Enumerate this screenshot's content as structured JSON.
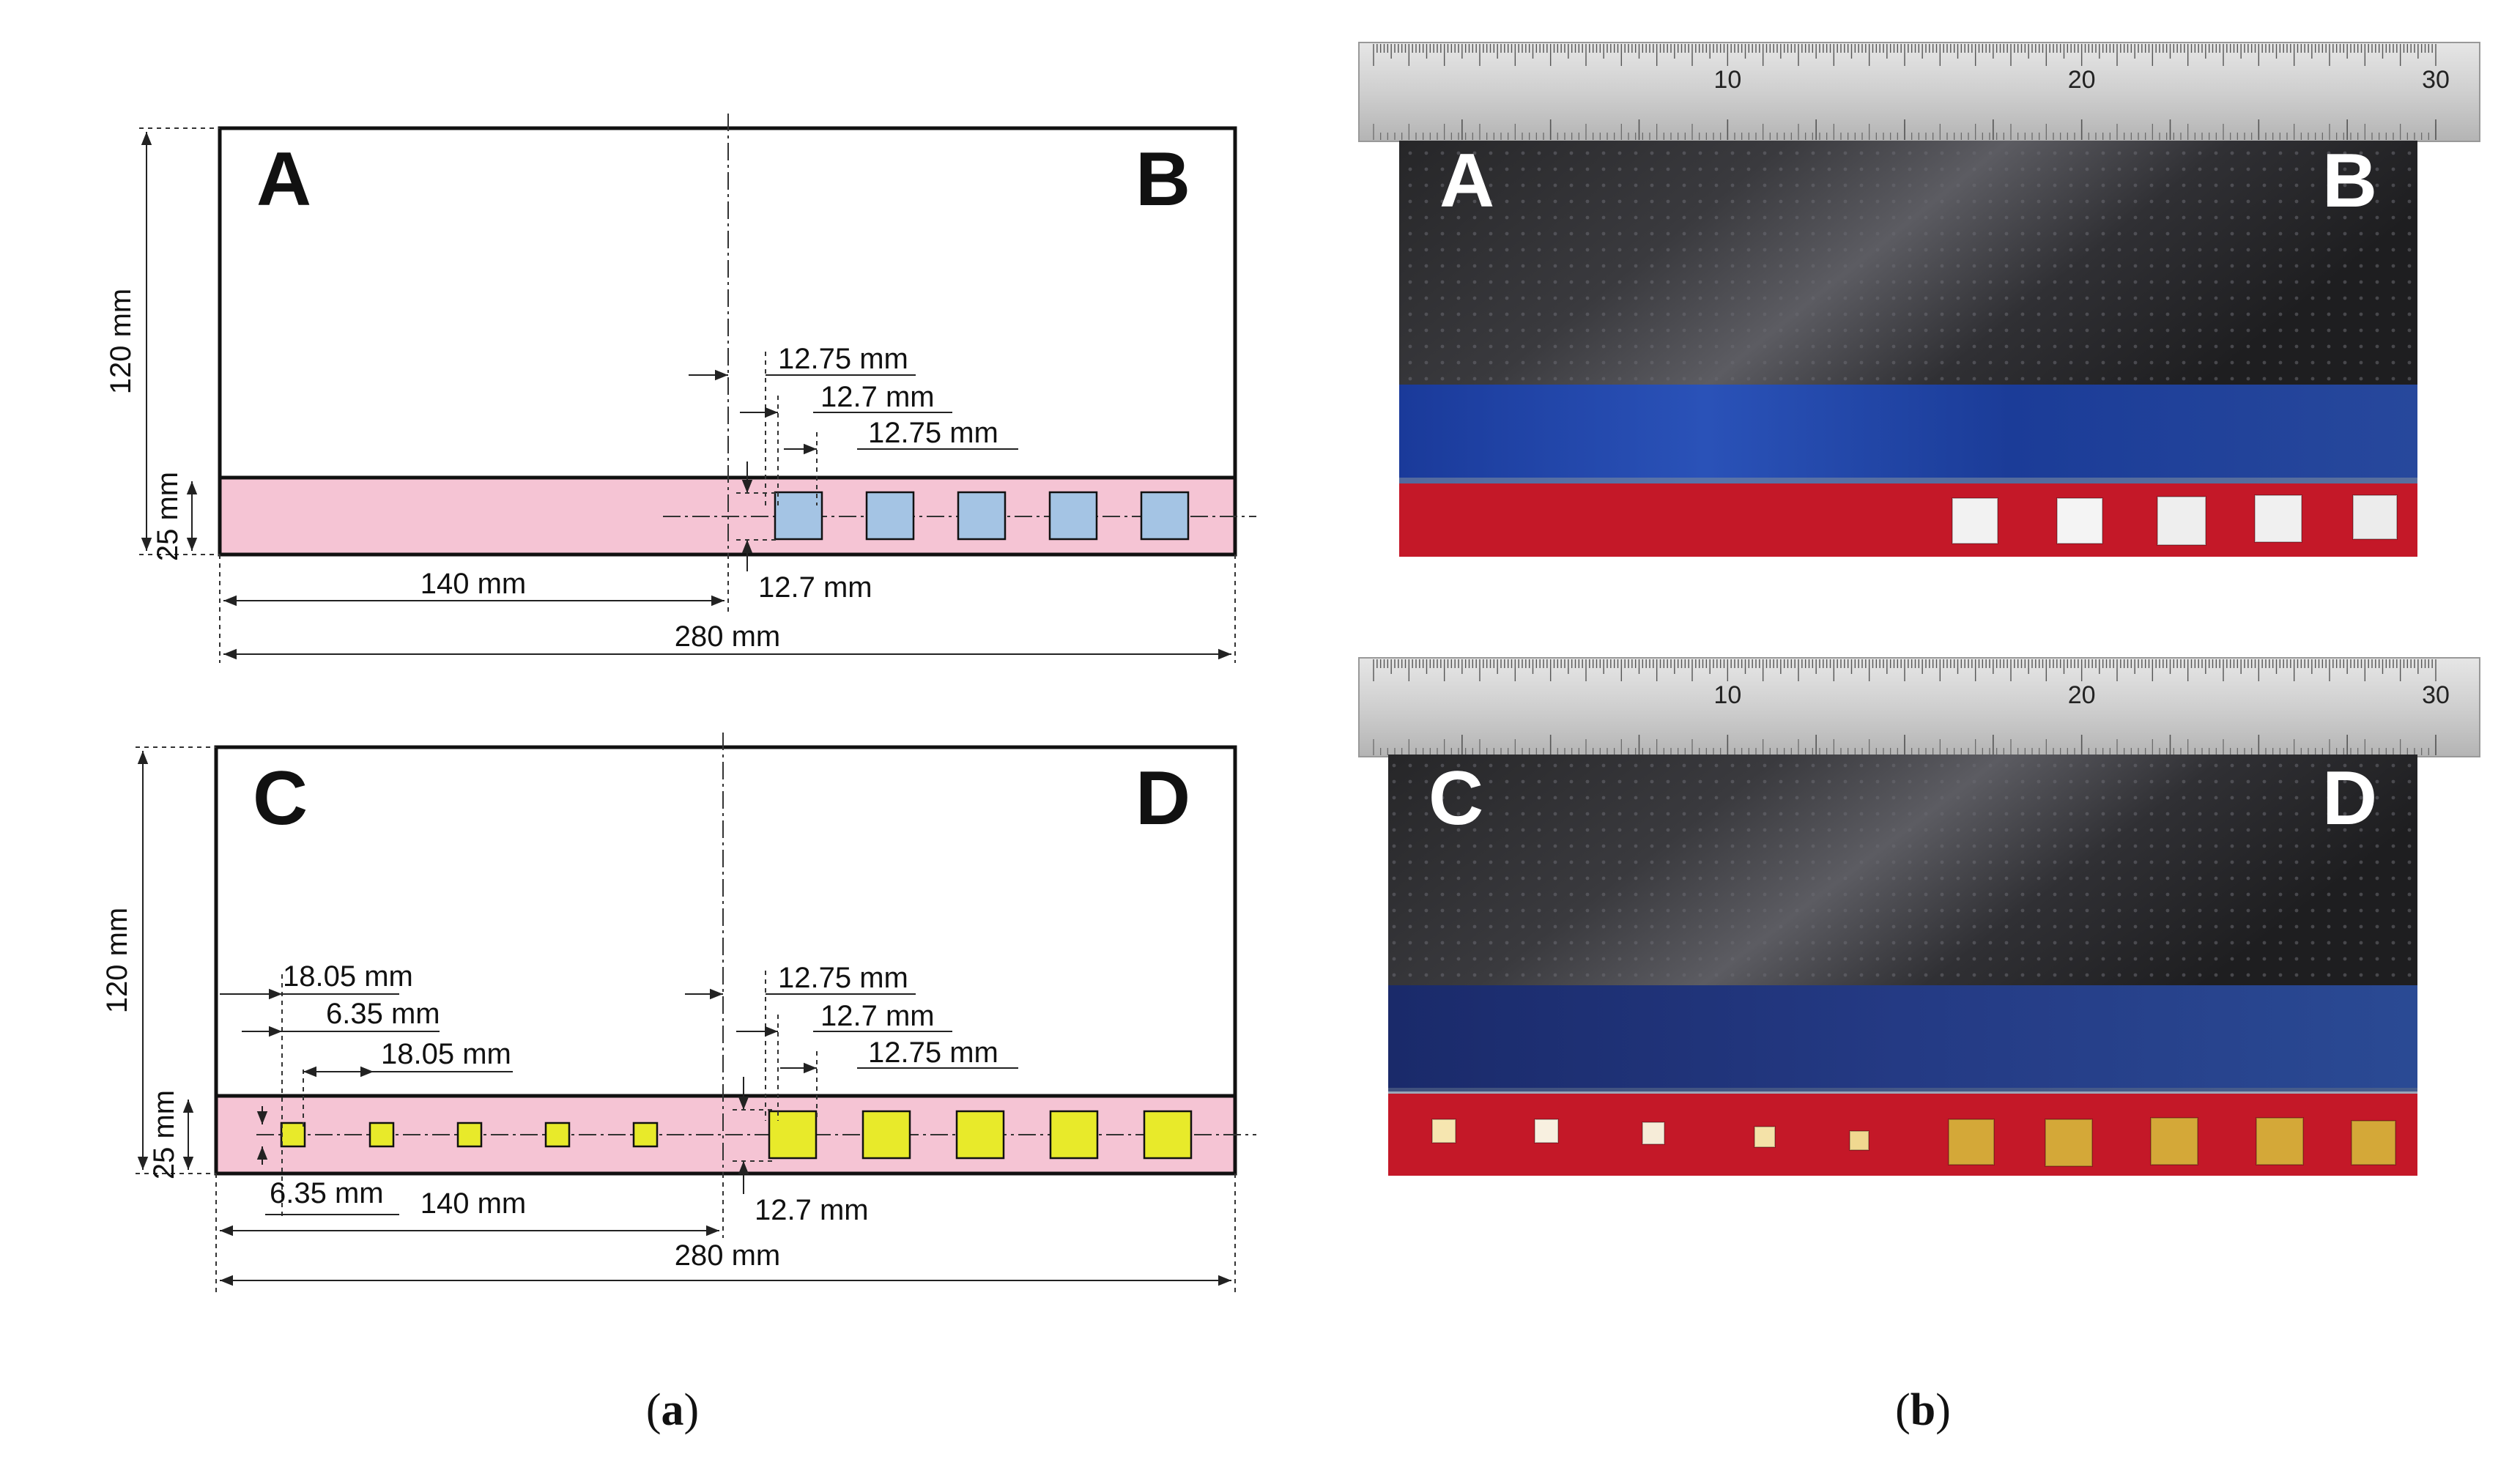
{
  "panel_a": {
    "top": {
      "corner_left": "A",
      "corner_right": "B",
      "height_label": "120 mm",
      "strip_label": "25 mm",
      "dims": [
        "12.75 mm",
        "12.7 mm",
        "12.75 mm"
      ],
      "bottom_pad_label": "12.7 mm",
      "half_label": "140 mm",
      "full_label": "280 mm",
      "pad_color": "#a4c4e4"
    },
    "bottom": {
      "corner_left": "C",
      "corner_right": "D",
      "height_label": "120 mm",
      "strip_label": "25 mm",
      "left_dims": [
        "18.05 mm",
        "6.35 mm",
        "18.05 mm"
      ],
      "left_bottom_label": "6.35 mm",
      "dims": [
        "12.75 mm",
        "12.7 mm",
        "12.75 mm"
      ],
      "bottom_pad_label": "12.7 mm",
      "half_label": "140 mm",
      "full_label": "280 mm",
      "pad_color": "#e8ea2a"
    },
    "caption_letter": "a"
  },
  "panel_b": {
    "top_photo": {
      "corner_left": "A",
      "corner_right": "B"
    },
    "bottom_photo": {
      "corner_left": "C",
      "corner_right": "D"
    },
    "ruler_major": [
      "10",
      "20",
      "30"
    ],
    "caption_letter": "b"
  },
  "colors": {
    "strip_pink": "#f5c4d4",
    "laminate": "#2a2a2c",
    "blue_tape": "#1c3c9c",
    "red_tape": "#c41828",
    "gold_pad": "#d4a838"
  }
}
